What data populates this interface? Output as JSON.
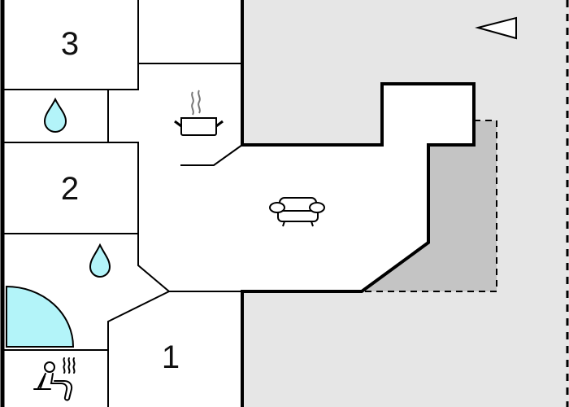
{
  "floorplan": {
    "colors": {
      "outside": "#e6e6e6",
      "interior": "#ffffff",
      "terrace": "#c4c4c4",
      "wall": "#000000",
      "water": "#b3f4f9"
    },
    "rooms": [
      {
        "id": "bedroom-3",
        "label": "3"
      },
      {
        "id": "bedroom-2",
        "label": "2"
      },
      {
        "id": "bedroom-1",
        "label": "1"
      }
    ],
    "icons": [
      {
        "name": "water-drop-icon",
        "room": "bathroom-upper"
      },
      {
        "name": "water-drop-icon",
        "room": "bathroom-lower"
      },
      {
        "name": "cooking-pot-icon",
        "room": "kitchen"
      },
      {
        "name": "sofa-icon",
        "room": "living-room"
      },
      {
        "name": "sauna-icon",
        "room": "sauna"
      },
      {
        "name": "shower-corner-icon",
        "room": "bathroom-lower"
      },
      {
        "name": "north-arrow-icon",
        "room": "outside"
      }
    ]
  }
}
